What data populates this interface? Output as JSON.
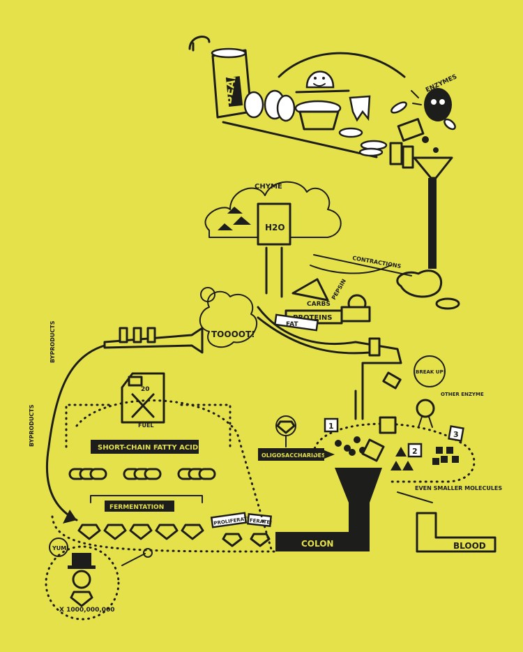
{
  "colors": {
    "background": "#e4e14a",
    "ink": "#1d1d1b",
    "highlight": "#ffffff"
  },
  "labels": {
    "beans": "BEANS",
    "enzymes": "ENZYMES",
    "chyme": "CHYME",
    "h2o": "H2O",
    "contractions": "CONTRACTIONS",
    "pepsin": "PEPSIN",
    "carbs": "CARBS",
    "proteins": "PROTEINS",
    "fat": "FAT",
    "toooot": "TOOOOT!",
    "byproducts_top": "BYPRODUCTS",
    "byproducts_bottom": "BYPRODUCTS",
    "fuel_number": "20",
    "fuel": "FUEL",
    "short_chain": "SHORT-CHAIN FATTY ACIDS",
    "fermentation": "FERMENTATION",
    "proliferate_1": "PROLIFERATE!",
    "proliferate_2": "FERATE!",
    "yum": "YUM!",
    "wealth": "X 1000,000,000",
    "oligosaccharides": "OLIGOSACCHARIDES",
    "colon": "COLON",
    "break_up": "BREAK UP!",
    "other_enzyme": "OTHER ENZYME",
    "step_1": "1",
    "step_2": "2",
    "step_3": "3",
    "smaller_molecules": "EVEN SMALLER MOLECULES",
    "blood": "BLOOD"
  }
}
